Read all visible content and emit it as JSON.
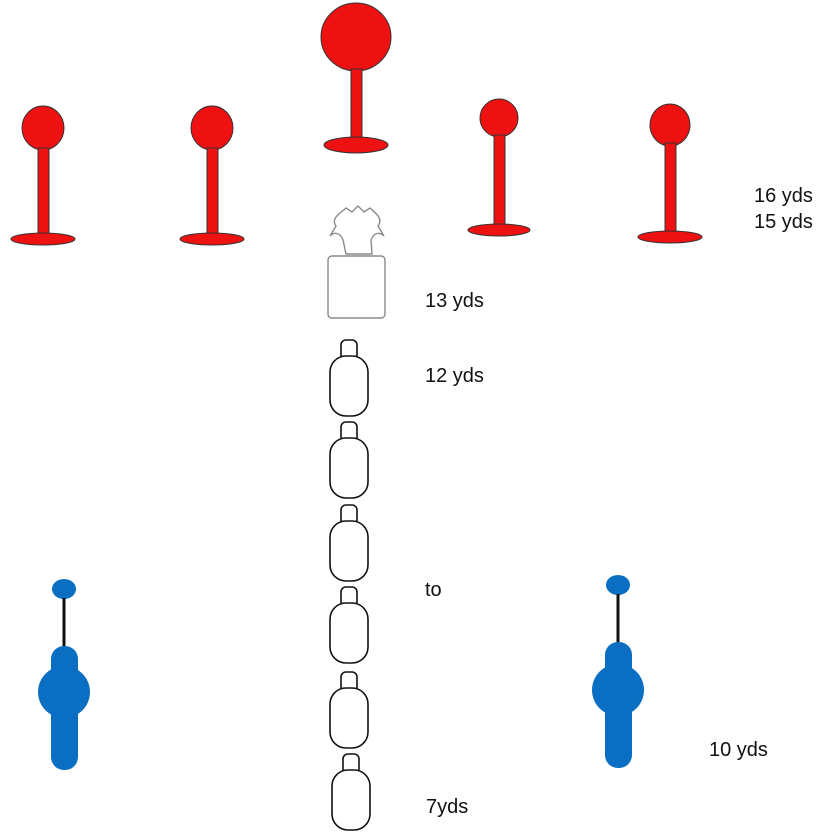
{
  "diagram": {
    "distance_labels": {
      "yds_16": "16 yds",
      "yds_15": "15 yds",
      "yds_13": "13 yds",
      "yds_12": "12 yds",
      "to": "to",
      "yds_10": "10 yds",
      "yds_7": "7yds"
    },
    "colors": {
      "steel_target": "#ee1111",
      "steel_outline": "#333333",
      "popper": "#0a6fc2",
      "shooter_outline": "#888888",
      "position_outline": "#111111"
    },
    "icons": {
      "steel_plate": "pepper-popper-target-icon",
      "cardboard_target": "cardboard-silhouette-target-icon",
      "shooting_position": "shooting-position-marker-icon",
      "blue_popper": "blue-popper-target-icon"
    }
  }
}
